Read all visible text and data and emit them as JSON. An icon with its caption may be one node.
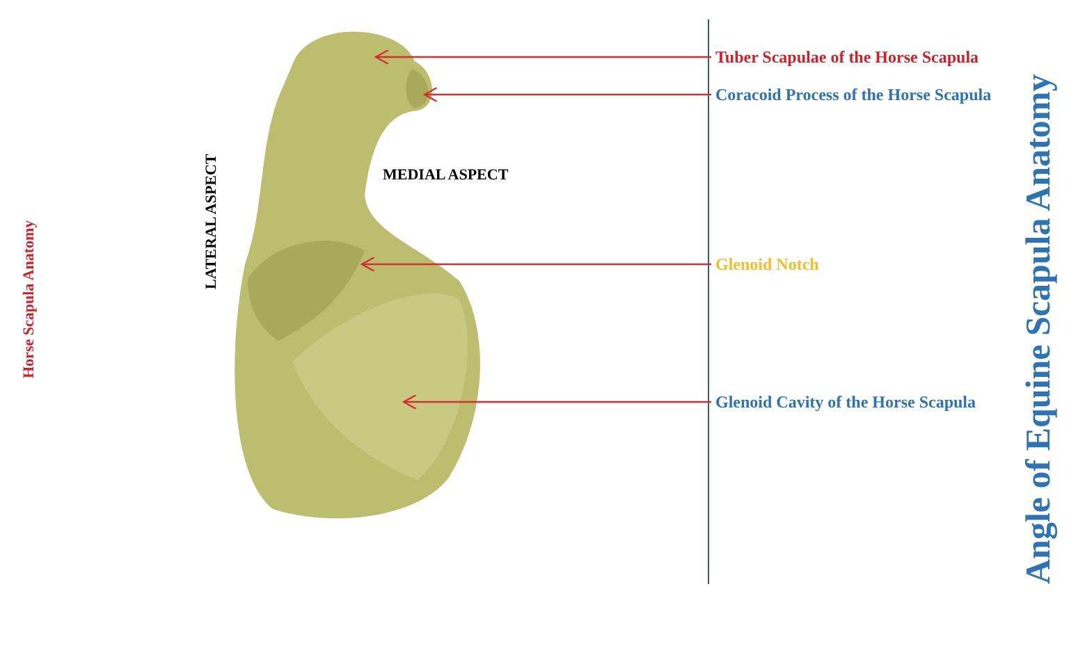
{
  "diagram": {
    "title": "Angle of Equine Scapula Anatomy",
    "nodes": [
      {
        "text": [
          "Tuber Scapulae of the Horse Scapula"
        ]
      },
      {
        "text": [
          "Coracoid Process of the Horse Scapula"
        ]
      },
      {
        "text": [
          "Glenoid Notch"
        ]
      },
      {
        "text": [
          "Glenoid Cavity of the Horse Scapula"
        ]
      }
    ],
    "edges": [
      {
        "from": 0,
        "to": null,
        "arrow": "to"
      },
      {
        "from": 1,
        "to": null,
        "arrow": "to"
      },
      {
        "from": 2,
        "to": null,
        "arrow": "to"
      },
      {
        "from": 3,
        "to": null,
        "arrow": "to"
      }
    ],
    "labels": [
      "Horse Scapula Anatomy",
      "LATERAL ASPECT",
      "MEDIAL ASPECT"
    ]
  }
}
